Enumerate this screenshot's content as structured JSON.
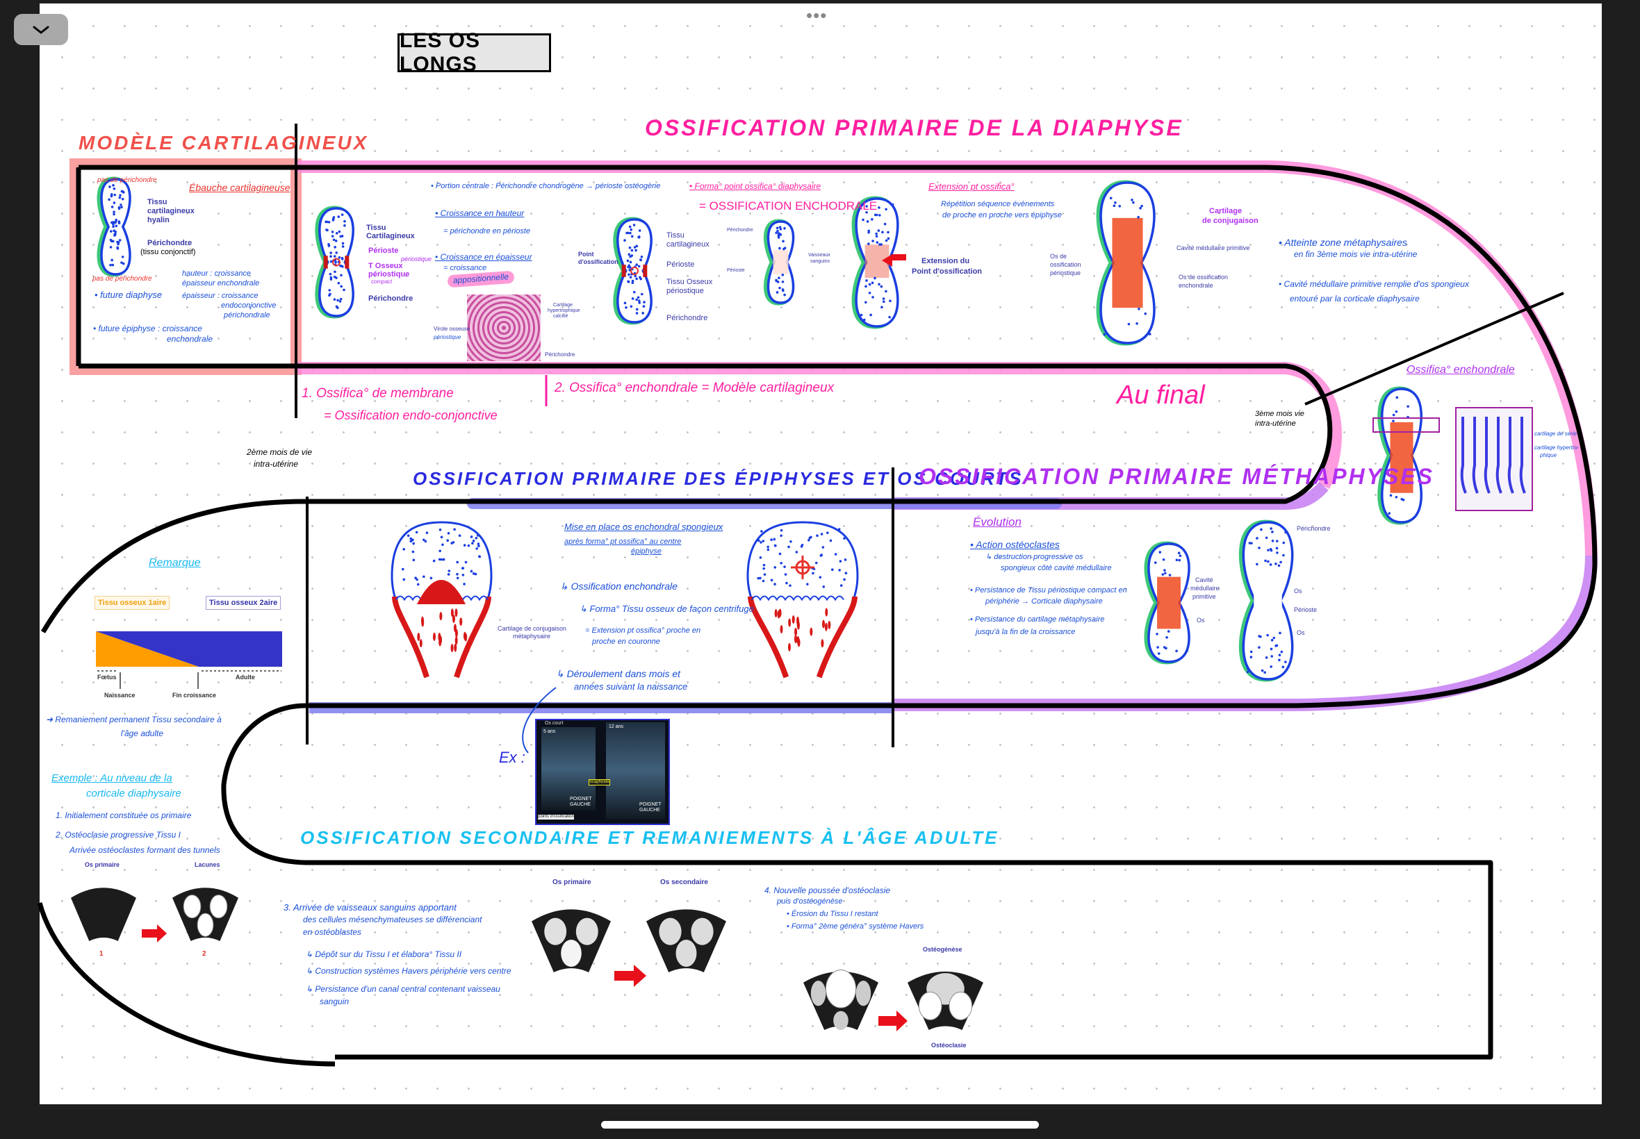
{
  "app": {
    "menu_icon": "chevron-down-icon",
    "more_icon": "ellipsis-icon"
  },
  "doc_title": "LES OS LONGS",
  "colors": {
    "blue": "#1a4fd8",
    "pink": "#ff1fa0",
    "red": "#e8302a",
    "purple": "#b030f0",
    "cyan": "#18b8f0",
    "label": "#3a3aa8"
  },
  "modele": {
    "title": "MODÈLE CARTILAGINEUX",
    "ebauche": "Ébauche cartilagineuse",
    "pas_peri_top": "pas de périchondre",
    "pas_peri_bottom": "pas de périchondre",
    "tissu": "Tissu",
    "tissu2": "cartilagineux",
    "tissu3": "hyalin",
    "perichondre": "Périchondre",
    "conjonctif": "(tissu conjonctif)",
    "diaphyse": "• future diaphyse",
    "hauteur": "hauteur : croissance",
    "hauteur2": "épaisseur   enchondrale",
    "epaisseur": "épaisseur : croissance",
    "epaisseur2": "endoconjonctive",
    "epaisseur3": "périchondrale",
    "epiphyse": "• future épiphyse : croissance",
    "epiphyse2": "enchondrale"
  },
  "diaphyse": {
    "title": "OSSIFICATION PRIMAIRE DE LA DIAPHYSE",
    "b2_tissu": "Tissu",
    "b2_tissu2": "Cartilagineux",
    "b2_perioste": "Périoste",
    "b2_tosseux": "T Osseux",
    "b2_tosseux2": "périostique",
    "b2_compact": "compact",
    "b2_periostique": "périostique",
    "b2_perichondre": "Périchondre",
    "portion": "• Portion centrale : Périchondre chondrogène → périoste ostéogène",
    "hauteur": "• Croissance en hauteur",
    "hauteur_eq": "= périchondre en périoste",
    "epaisseur": "• Croissance en épaisseur",
    "epaisseur_eq": "= croissance",
    "apposition": "appositionnelle",
    "histo_virole": "Virole osseuse",
    "histo_virole2": "périostique",
    "histo_cart": "Cartilage",
    "histo_cart2": "hypertrophique",
    "histo_cart3": "calcifié",
    "histo_peri": "Périchondre",
    "forma": "• Forma° point ossifica° diaphysaire",
    "enchodrale": "= OSSIFICATION ENCHODRALE",
    "b3_point": "Point",
    "b3_point2": "d'ossification",
    "b3_tissu": "Tissu",
    "b3_tissu2": "cartilagineux",
    "b3_perioste": "Périoste",
    "b3_osseux": "Tissu Osseux",
    "b3_osseux2": "périostique",
    "b3_perichondre": "Périchondre",
    "b4_perichondre": "Périchondre",
    "b4_perioste": "Périoste",
    "b4_vaisseaux": "Vaisseaux",
    "b4_vaisseaux2": "sanguins",
    "b5_ext": "Extension du",
    "b5_ext2": "Point d'ossification",
    "ext_title": "Extension pt ossifica°",
    "ext_text": "Répétition séquence évènements",
    "ext_text2": "de proche en proche vers épiphyse",
    "b6_cart": "Cartilage",
    "b6_cart2": "de conjugaison",
    "b6_cavite": "Cavité médullaire primitive",
    "b6_enchondrale": "Os de ossification",
    "b6_enchondrale2": "enchondrale",
    "b6_periostique": "Os de",
    "b6_periostique2": "ossification",
    "b6_periostique3": "périostique",
    "atteinte": "• Atteinte zone métaphysaires",
    "atteinte2": "en fin 3ème mois vie intra-utérine",
    "cavite": "• Cavité médullaire primitive remplie d'os spongieux",
    "cavite2": "entouré par la corticale diaphysaire",
    "ossif1": "1. Ossifica° de membrane",
    "ossif1b": "= Ossification endo-conjonctive",
    "ossif2": "2. Ossifica° enchondrale = Modèle cartilagineux",
    "au_final": "Au final",
    "mois3": "3ème mois vie",
    "mois3b": "intra-utérine",
    "ench_title": "Ossifica° enchondrale",
    "serie": "cartilage de série",
    "hyper": "cartilage hypertro-",
    "hyper2": "phique"
  },
  "epiphyses": {
    "title": "OSSIFICATION PRIMAIRE DES ÉPIPHYSES ET OS COURTS",
    "mois2": "2ème mois de vie",
    "mois2b": "intra-utérine",
    "conj": "Cartilage de conjugaison",
    "conj2": "métaphysaire",
    "mise": "Mise en place os enchondral spongieux",
    "mise2": "après forma° pt ossifica° au centre",
    "mise3": "épiphyse",
    "ossif": "↳ Ossification enchondrale",
    "forma": "↳ Forma° Tissu osseux de façon centrifuge",
    "ext": "= Extension pt ossifica° proche en",
    "ext2": "proche en couronne",
    "deroul": "↳ Déroulement dans mois et",
    "deroul2": "années suivant la naissance",
    "ex": "Ex :",
    "xray_oscourt": "Os court",
    "xray_5": "5 ans",
    "xray_12": "12 ans",
    "xray_scaphoide": "Scaphoïde",
    "xray_poignet1": "POIGNET GAUCHE",
    "xray_poignet2": "POIGNET GAUCHE",
    "xray_points": "points d'ossification"
  },
  "remarque": {
    "title": "Remarque",
    "tissu1": "Tissu osseux 1aire",
    "tissu2": "Tissu osseux 2aire",
    "foetus": "Fœtus",
    "adulte": "Adulte",
    "naissance": "Naissance",
    "fin": "Fin croissance",
    "remaniement": "➜ Remaniement permanent Tissu secondaire à",
    "remaniement2": "l'âge adulte"
  },
  "metaphyses": {
    "title": "OSSIFICATION PRIMAIRE MÉTHAPHYSES",
    "evolution": "Évolution",
    "action": "• Action ostéoclastes",
    "destruction": "↳ destruction progressive os",
    "destruction2": "spongieux côté cavité médullaire",
    "persist": "• Persistance de Tissu périostique compact en",
    "persist2": "périphérie → Corticale diaphysaire",
    "persist_cart": "• Persistance du cartilage métaphysaire",
    "persist_cart2": "jusqu'à la fin de la croissance",
    "e1_cavite": "Cavité",
    "e1_cavite2": "médullaire",
    "e1_cavite3": "primitive",
    "e1_os": "Os",
    "e2_perichondre": "Périchondre",
    "e2_os": "Os",
    "e2_perioste": "Périoste",
    "e2_os2": "Os"
  },
  "secondaire": {
    "title": "OSSIFICATION SECONDAIRE ET REMANIEMENTS À L'ÂGE ADULTE",
    "exemple": "Exemple : Au niveau de la",
    "exemple2": "corticale diaphysaire",
    "init": "1. Initialement constituée os primaire",
    "osteoclasie": "2. Ostéoclasie progressive Tissu I",
    "arrivee": "Arrivée ostéoclastes formant des tunnels",
    "os_primaire": "Os primaire",
    "lacunes": "Lacunes",
    "n1": "1",
    "n2": "2",
    "step3": "3. Arrivée de vaisseaux sanguins apportant",
    "step3b": "des cellules mésenchymateuses se différenciant",
    "step3c": "en ostéoblastes",
    "depot": "↳ Dépôt sur du Tissu I et élabora° Tissu II",
    "construction": "↳ Construction systèmes Havers périphérie vers centre",
    "persistance": "↳ Persistance d'un canal central contenant vaisseau",
    "persistance2": "sanguin",
    "os_primaire2": "Os primaire",
    "os_secondaire": "Os secondaire",
    "step4": "4. Nouvelle poussée d'ostéoclasie",
    "step4b": "puis d'ostéogénèse",
    "erosion": "• Érosion du Tissu I restant",
    "forma": "• Forma° 2ème généra° système Havers",
    "osteogenese": "Ostéogénèse",
    "osteoclasie_lbl": "Ostéoclasie"
  }
}
